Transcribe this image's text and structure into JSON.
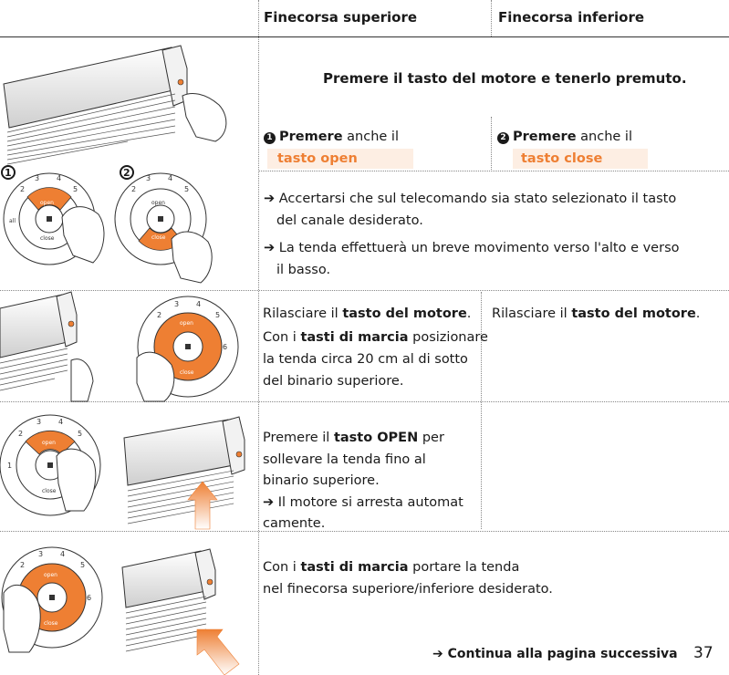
{
  "header": {
    "col_upper": "Finecorsa superiore",
    "col_lower": "Finecorsa inferiore"
  },
  "step1": {
    "instruction": "Premere il tasto del motore e tenerlo premuto.",
    "upper_num": "1",
    "lower_num": "2",
    "press_bold": "Premere",
    "press_rest": " anche il",
    "upper_key": "tasto open",
    "lower_key": "tasto close",
    "arrow": "➔",
    "note1_a": "Accertarsi che sul telecomando sia stato selezionato il tasto",
    "note1_b": "del canale desiderato.",
    "note2_a": "La tenda effettuerà un breve movimento verso l'alto e verso",
    "note2_b": "il basso.",
    "image_num_1": "1",
    "image_num_2": "2"
  },
  "step2": {
    "release_pre": "Rilasciare il ",
    "release_key": "tasto del motore",
    "release_post": ".",
    "with_pre": "Con i ",
    "with_key": "tasti di marcia",
    "with_post": " posizionare",
    "line3": "la tenda circa 20 cm al di sotto",
    "line4": "del binario superiore.",
    "lower_pre": "Rilasciare il ",
    "lower_key": "tasto del motore",
    "lower_post": "."
  },
  "step3": {
    "l1_pre": "Premere il ",
    "l1_key": "tasto OPEN",
    "l1_post": " per",
    "l2": "sollevare la tenda fino al",
    "l3": "binario superiore.",
    "l4": "Il motore si arresta automat",
    "l5": "camente."
  },
  "step4": {
    "l1_pre": "Con i ",
    "l1_key": "tasti di marcia",
    "l1_post": " portare la tenda",
    "l2": "nel finecorsa superiore/inferiore desiderato."
  },
  "footer": {
    "continue": "Continua alla pagina successiva",
    "page_number": "37"
  },
  "remote": {
    "k1": "1",
    "k2": "2",
    "k3": "3",
    "k4": "4",
    "k5": "5",
    "k6": "6",
    "open": "open",
    "close": "close",
    "all": "all"
  },
  "colors": {
    "accent": "#ee7f33",
    "accent_light": "#fdeee3"
  }
}
